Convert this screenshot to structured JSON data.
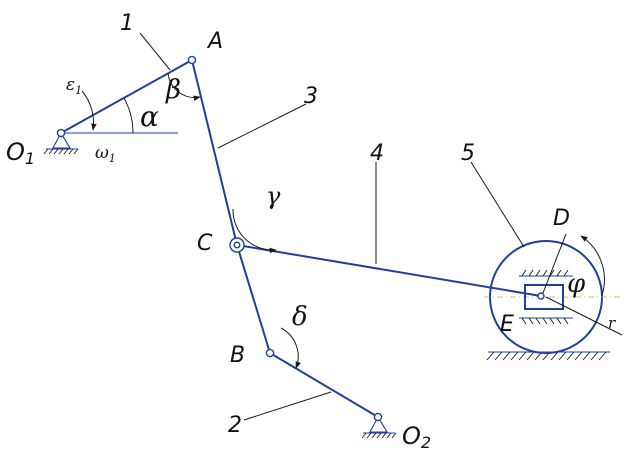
{
  "labels": {
    "link1": "1",
    "link2": "2",
    "link3": "3",
    "link4": "4",
    "link5": "5",
    "pointA": "A",
    "pointB": "B",
    "pointC": "C",
    "pointD": "D",
    "pointE": "E",
    "pivotO1": "O",
    "pivotO1sub": "1",
    "pivotO2": "O",
    "pivotO2sub": "2",
    "alpha": "α",
    "beta": "β",
    "gamma": "γ",
    "delta": "δ",
    "phi": "φ",
    "epsilon": "ε",
    "epsilonSub": "1",
    "omega": "ω",
    "omegaSub": "1",
    "radius": "r"
  },
  "colors": {
    "link": "#1f3f9e",
    "line": "#1a1a1a",
    "axis": "#d9a23a"
  }
}
